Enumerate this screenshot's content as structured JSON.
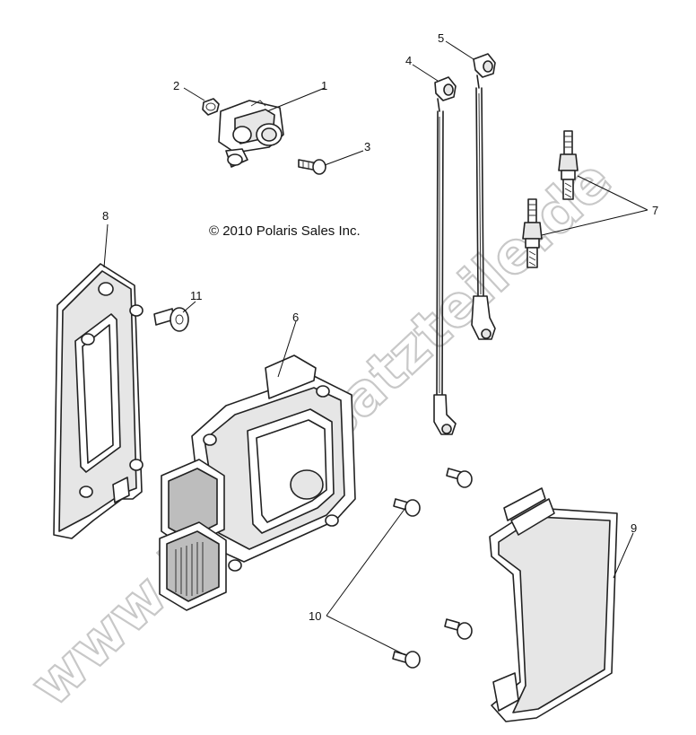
{
  "copyright": "© 2010 Polaris Sales Inc.",
  "watermark": "www.bulpersatzteile.de",
  "callouts": [
    "1",
    "2",
    "3",
    "4",
    "5",
    "6",
    "7",
    "8",
    "9",
    "10",
    "11"
  ]
}
